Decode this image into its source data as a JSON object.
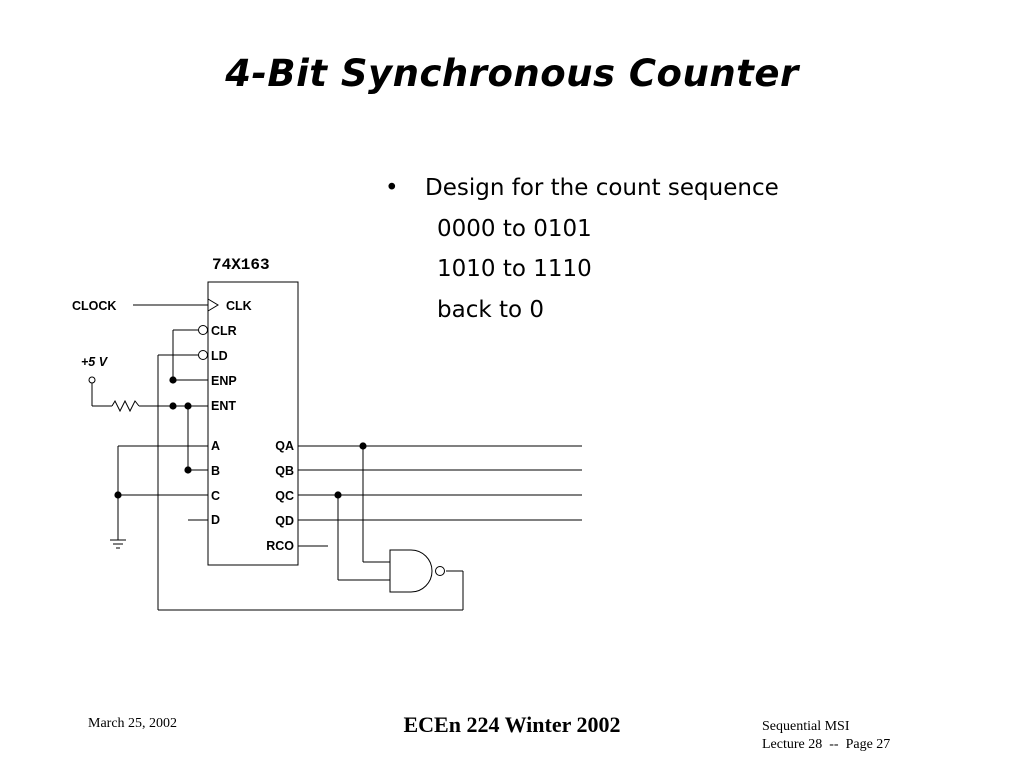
{
  "slide": {
    "title": "4-Bit Synchronous Counter",
    "bullet": "Design for the count sequence",
    "sub_lines": [
      "0000 to 0101",
      "1010 to 1110",
      "back to 0"
    ]
  },
  "diagram": {
    "chip_name": "74X163",
    "left_pins": [
      "CLK",
      "CLR",
      "LD",
      "ENP",
      "ENT",
      "A",
      "B",
      "C",
      "D"
    ],
    "right_pins": [
      "QA",
      "QB",
      "QC",
      "QD",
      "RCO"
    ],
    "clock_label": "CLOCK",
    "supply_label": "+5 V"
  },
  "footer": {
    "date": "March 25, 2002",
    "course": "ECEn 224 Winter 2002",
    "topic": "Sequential MSI",
    "page": "Lecture 28  --  Page 27"
  }
}
